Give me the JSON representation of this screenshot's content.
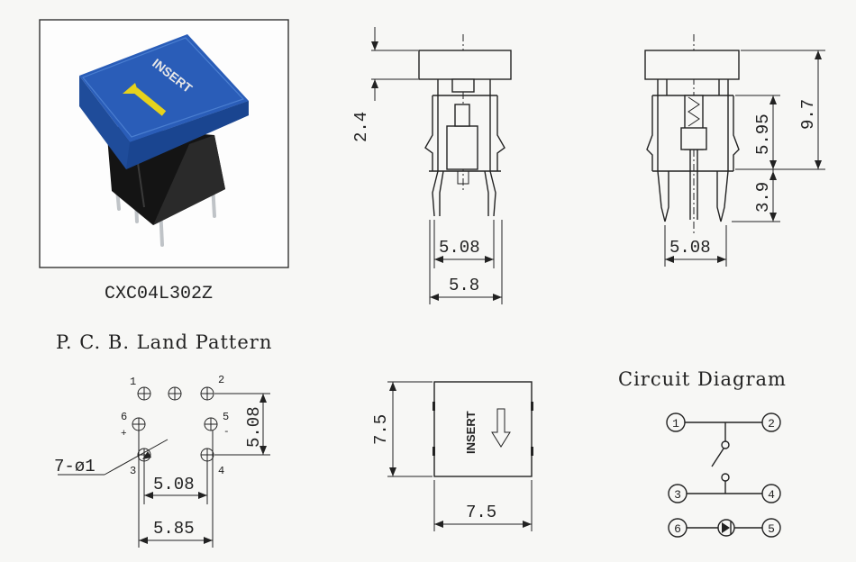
{
  "photo": {
    "model": "CXC04L302Z",
    "cap_text": "INSERT",
    "colors": {
      "cap": "#2a5db8",
      "body": "#141414",
      "arrow": "#e6d21c",
      "pins": "#bfc3c7"
    }
  },
  "front_view": {
    "dim_top": "2.4",
    "dim_pin_pitch": "5.08",
    "dim_width": "5.8"
  },
  "side_view": {
    "dim_total": "9.7",
    "dim_body": "5.95",
    "dim_pin": "3.9",
    "dim_pin_pitch": "5.08"
  },
  "pcb": {
    "title": "P. C. B. Land Pattern",
    "hole_spec": "7-ø1",
    "pin_labels": [
      "1",
      "2",
      "3",
      "4",
      "5",
      "6"
    ],
    "polarity": [
      "+",
      "-"
    ],
    "dim_vertical": "5.08",
    "dim_inner": "5.08",
    "dim_outer": "5.85"
  },
  "top_view": {
    "cap_text": "INSERT",
    "dim_height": "7.5",
    "dim_width": "7.5"
  },
  "circuit": {
    "title": "Circuit Diagram",
    "nodes": [
      "1",
      "2",
      "3",
      "4",
      "6",
      "5"
    ]
  }
}
